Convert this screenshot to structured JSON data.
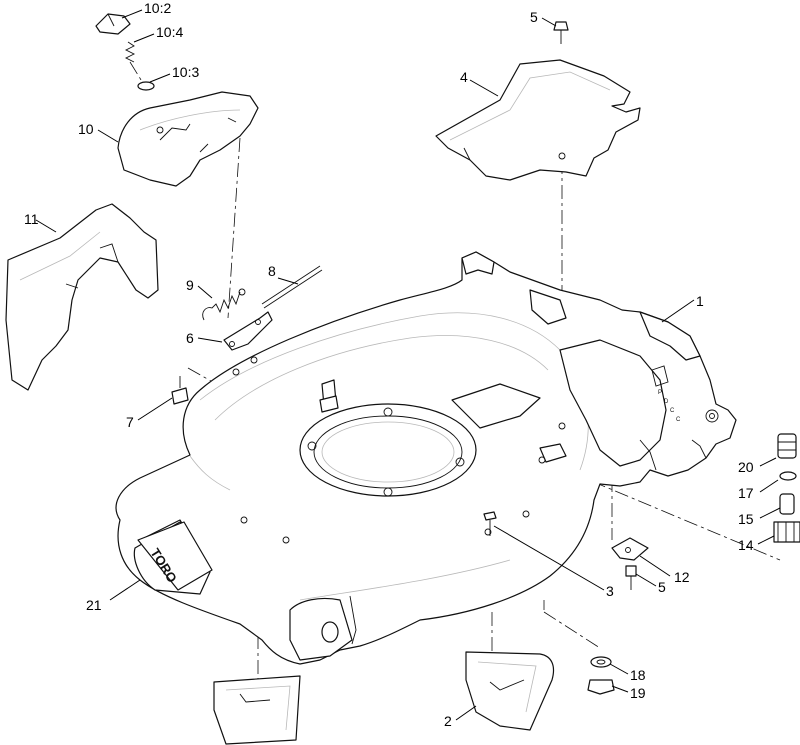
{
  "logo": {
    "text": "TORO"
  },
  "deck_markings": [
    "P",
    "D",
    "C",
    "C"
  ],
  "callouts": [
    {
      "id": "c-10-2",
      "label": "10:2"
    },
    {
      "id": "c-10-4",
      "label": "10:4"
    },
    {
      "id": "c-10-3",
      "label": "10:3"
    },
    {
      "id": "c-10",
      "label": "10"
    },
    {
      "id": "c-11",
      "label": "11"
    },
    {
      "id": "c-9",
      "label": "9"
    },
    {
      "id": "c-8",
      "label": "8"
    },
    {
      "id": "c-6",
      "label": "6"
    },
    {
      "id": "c-7",
      "label": "7"
    },
    {
      "id": "c-21",
      "label": "21"
    },
    {
      "id": "c-5-top",
      "label": "5"
    },
    {
      "id": "c-4",
      "label": "4"
    },
    {
      "id": "c-1",
      "label": "1"
    },
    {
      "id": "c-20",
      "label": "20"
    },
    {
      "id": "c-17",
      "label": "17"
    },
    {
      "id": "c-15",
      "label": "15"
    },
    {
      "id": "c-14",
      "label": "14"
    },
    {
      "id": "c-12",
      "label": "12"
    },
    {
      "id": "c-5-bottom",
      "label": "5"
    },
    {
      "id": "c-3",
      "label": "3"
    },
    {
      "id": "c-18",
      "label": "18"
    },
    {
      "id": "c-19",
      "label": "19"
    },
    {
      "id": "c-2",
      "label": "2"
    }
  ]
}
